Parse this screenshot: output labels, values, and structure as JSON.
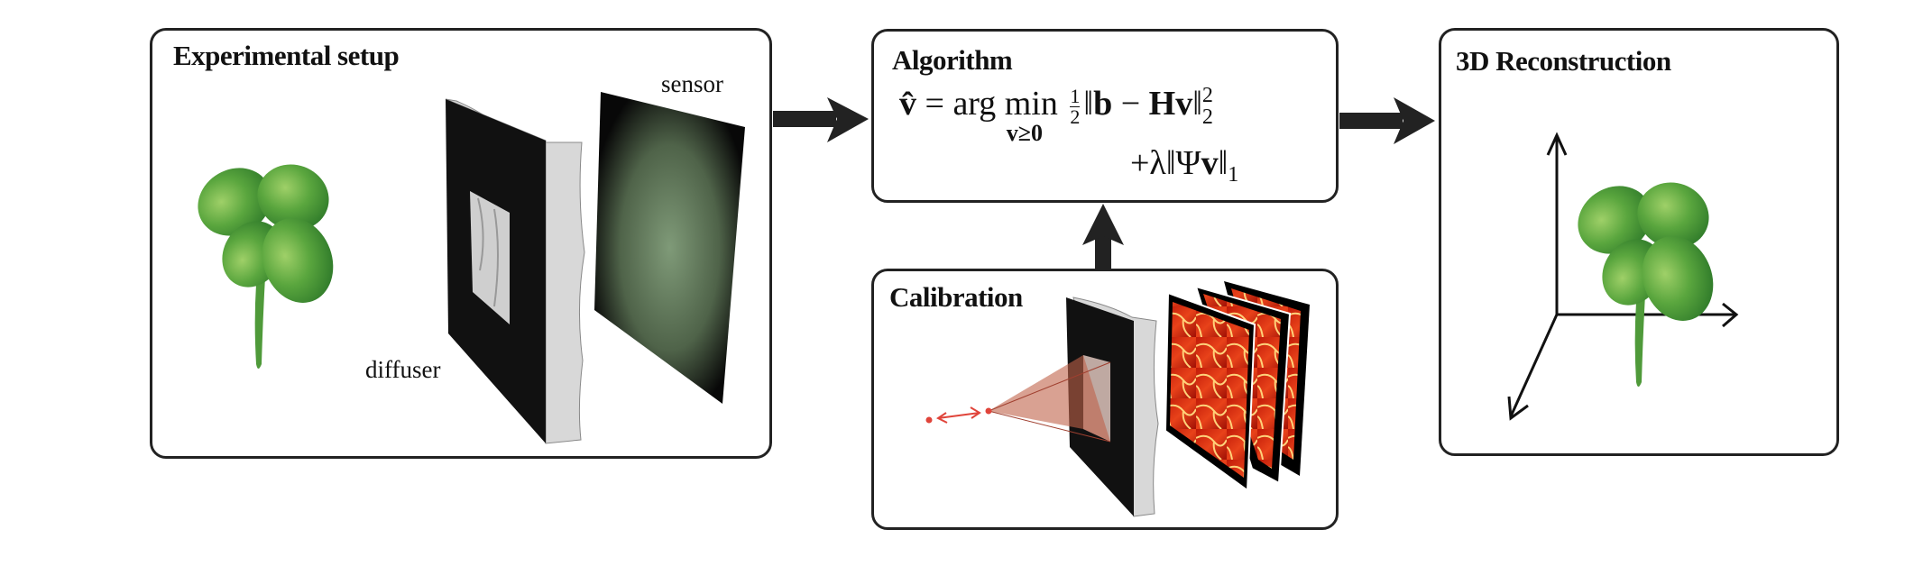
{
  "setup": {
    "title": "Experimental setup",
    "sensor_label": "sensor",
    "diffuser_label": "diffuser"
  },
  "algorithm": {
    "title": "Algorithm",
    "equation": {
      "lhs": "v̂",
      "equals": "=",
      "arg": "arg",
      "min": "min",
      "constraint": "v≥0",
      "frac_num": "1",
      "frac_den": "2",
      "norm_open": "‖",
      "b": "b",
      "minus": "−",
      "Hv": "Hv",
      "norm_close": "‖",
      "sup": "2",
      "sub": "2",
      "line2_plus": "+λ",
      "line2_norm_open": "‖",
      "line2_Psi": "Ψ",
      "line2_v": "v",
      "line2_norm_close": "‖",
      "line2_sub": "1"
    }
  },
  "calibration": {
    "title": "Calibration"
  },
  "reconstruction": {
    "title": "3D Reconstruction"
  },
  "colors": {
    "border": "#222222",
    "arrow": "#222222",
    "leaf": "#4f9a3a",
    "psf": "#e8421a",
    "laser": "#e0443a"
  }
}
